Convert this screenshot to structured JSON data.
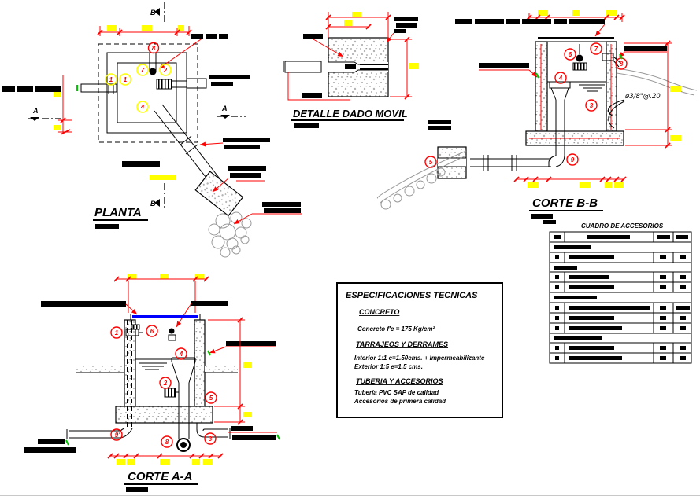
{
  "titles": {
    "planta": "PLANTA",
    "detalle": "DETALLE DADO MOVIL",
    "corte_bb": "CORTE B-B",
    "corte_aa": "CORTE A-A"
  },
  "markers": {
    "a": "A",
    "b": "B"
  },
  "rebar_note": "ø3/8\"@.20",
  "callouts": {
    "planta": [
      "1",
      "1",
      "7",
      "2",
      "4",
      "8"
    ],
    "corte_bb": [
      "6",
      "7",
      "8",
      "4",
      "3",
      "9",
      "5"
    ],
    "corte_aa": [
      "1",
      "6",
      "4",
      "2",
      "5",
      "9",
      "8",
      "3"
    ]
  },
  "specs": {
    "title": "ESPECIFICACIONES TECNICAS",
    "sections": [
      {
        "heading": "CONCRETO",
        "lines": [
          "Concreto f'c = 175 Kg/cm²"
        ]
      },
      {
        "heading": "TARRAJEOS Y DERRAMES",
        "lines": [
          "Interior 1:1 e=1.50cms. + Impermeabilizante",
          "Exterior 1:5 e=1.5 cms."
        ]
      },
      {
        "heading": "TUBERIA Y ACCESORIOS",
        "lines": [
          "Tubería PVC SAP de calidad",
          "Accesorios de primera calidad"
        ]
      }
    ]
  },
  "table": {
    "title": "CUADRO DE ACCESORIOS"
  }
}
